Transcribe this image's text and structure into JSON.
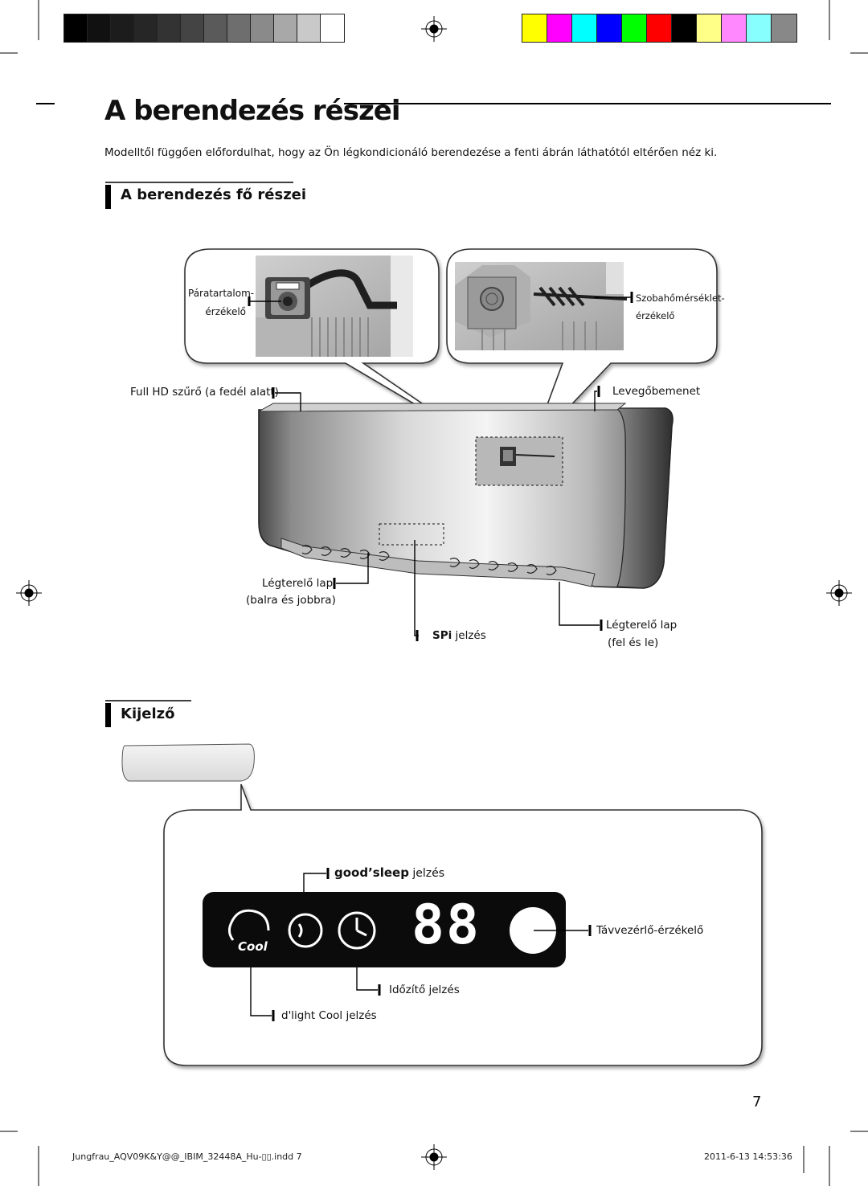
{
  "print_marks": {
    "grayscale_bar": [
      "#000000",
      "#111111",
      "#1c1c1c",
      "#262626",
      "#333333",
      "#444444",
      "#5a5a5a",
      "#6e6e6e",
      "#8a8a8a",
      "#a8a8a8",
      "#c9c9c9",
      "#ffffff"
    ],
    "color_bar": [
      "#ffff00",
      "#ff00ff",
      "#00ffff",
      "#0000ff",
      "#00ff00",
      "#ff0000",
      "#000000",
      "#ffff88",
      "#ff88ff",
      "#88ffff",
      "#888888"
    ]
  },
  "page": {
    "title": "A berendezés részei",
    "intro": "Modelltől függően előfordulhat, hogy az Ön légkondicionáló berendezése a fenti ábrán láthatótól eltérően néz ki.",
    "number": "7"
  },
  "section_main": {
    "heading": "A berendezés fő részei",
    "labels": {
      "humidity_1": "Páratartalom-",
      "humidity_2": "érzékelő",
      "roomtemp_1": "Szobahőmérséklet-",
      "roomtemp_2": "érzékelő",
      "filter": "Full HD szűrő (a fedél alatt)",
      "air_inlet": "Levegőbemenet",
      "blade_lr_1": "Légterelő lap",
      "blade_lr_2": "(balra és jobbra)",
      "spi_bold": "SPi",
      "spi_rest": " jelzés",
      "blade_ud_1": "Légterelő lap",
      "blade_ud_2": "(fel és le)"
    }
  },
  "section_display": {
    "heading": "Kijelző",
    "labels": {
      "goodsleep_brand": "good’sleep",
      "goodsleep_rest": " jelzés",
      "remote_sensor": "Távvezérlő-érzékelő",
      "timer": "Időzítő jelzés",
      "dlight": "d'light Cool jelzés"
    },
    "cool_text": "Cool",
    "digits": "88"
  },
  "footer": {
    "file": "Jungfrau_AQV09K&Y@@_IBIM_32448A_Hu-▯▯.indd   7",
    "datetime": "2011-6-13   14:53:36"
  }
}
